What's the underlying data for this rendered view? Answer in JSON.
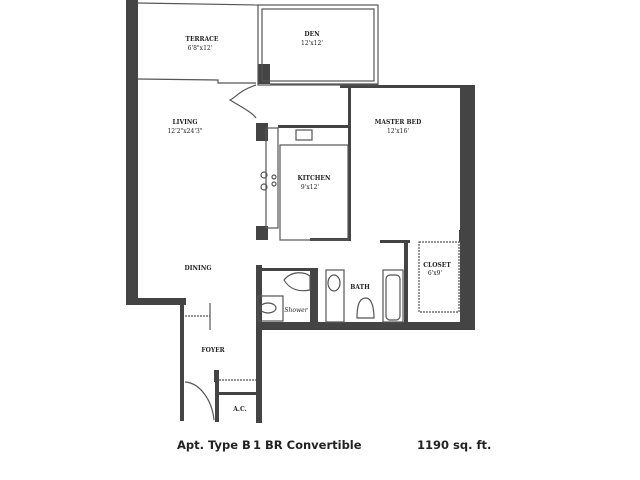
{
  "rooms": {
    "terrace": {
      "name": "TERRACE",
      "size": "6'8\"x12'"
    },
    "den": {
      "name": "DEN",
      "size": "12'x12'"
    },
    "living": {
      "name": "LIVING",
      "size": "12'2\"x24'3\""
    },
    "master_bed": {
      "name": "MASTER BED",
      "size": "12'x16'"
    },
    "kitchen": {
      "name": "KITCHEN",
      "size": "9'x12'"
    },
    "dining": {
      "name": "DINING"
    },
    "bath": {
      "name": "BATH"
    },
    "closet": {
      "name": "CLOSET",
      "size": "6'x9'"
    },
    "shower": {
      "name": "Shower"
    },
    "foyer": {
      "name": "FOYER"
    },
    "ac": {
      "name": "A.C."
    }
  },
  "footer": {
    "type": "Apt. Type B",
    "layout": "1 BR Convertible",
    "area": "1190 sq. ft."
  }
}
